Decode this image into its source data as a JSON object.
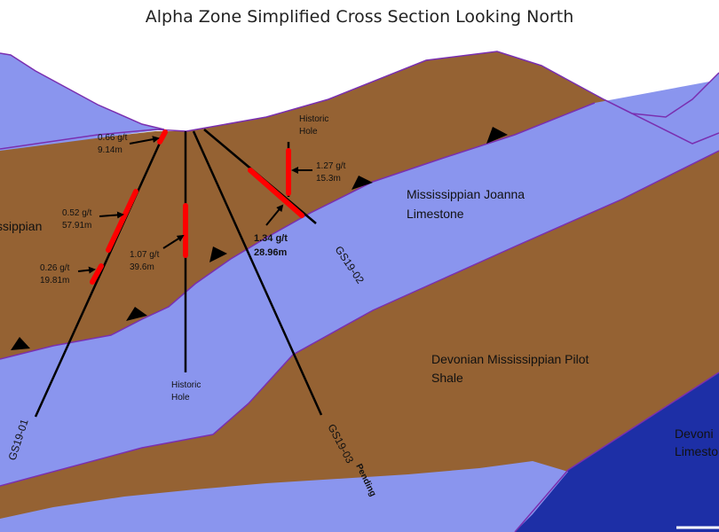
{
  "title": "Alpha Zone Simplified Cross Section Looking North",
  "colors": {
    "shale": "#956233",
    "limestone": "#8a95ee",
    "deep_limestone": "#1d2fa6",
    "contact_line": "#7a2fb0",
    "drill_hole": "#000000",
    "intercept": "#ff0000"
  },
  "formations": {
    "mississippian_left": "ssippian",
    "joanna_line1": "Mississippian Joanna",
    "joanna_line2": "Limestone",
    "pilot_line1": "Devonian Mississippian Pilot",
    "pilot_line2": "Shale",
    "devonian_line1": "Devoni",
    "devonian_line2": "Limesto"
  },
  "drill_holes": {
    "gs19_01": "GS19-01",
    "gs19_02": "GS19-02",
    "gs19_03": "GS19-03",
    "pending": "Pending",
    "historic_top_1": "Historic",
    "historic_top_2": "Hole",
    "historic_bottom_1": "Historic",
    "historic_bottom_2": "Hole"
  },
  "intercepts": {
    "a_grade": "0.66 g/t",
    "a_len": "9.14m",
    "b_grade": "0.52 g/t",
    "b_len": "57.91m",
    "c_grade": "0.26 g/t",
    "c_len": "19.81m",
    "d_grade": "1.07 g/t",
    "d_len": "39.6m",
    "e_grade": "1.27 g/t",
    "e_len": "15.3m",
    "f_grade": "1.34 g/t",
    "f_len": "28.96m"
  }
}
